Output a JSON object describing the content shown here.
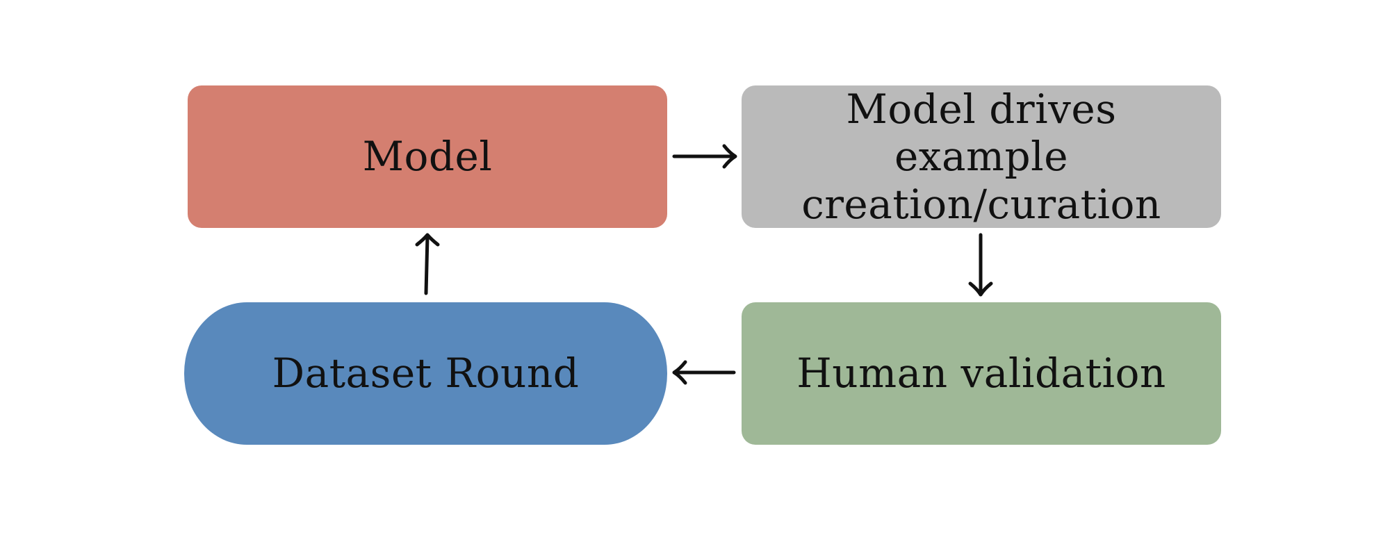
{
  "colors": {
    "model": "#d47f70",
    "curation": "#bababa",
    "validation": "#9fb897",
    "dataset": "#5989bc",
    "arrow": "#111111"
  },
  "nodes": {
    "model": {
      "label": "Model"
    },
    "curation": {
      "line1": "Model drives example",
      "line2": "creation/curation"
    },
    "validation": {
      "label": "Human validation"
    },
    "dataset": {
      "label": "Dataset Round"
    }
  },
  "edges": [
    {
      "from": "model",
      "to": "curation"
    },
    {
      "from": "curation",
      "to": "validation"
    },
    {
      "from": "validation",
      "to": "dataset"
    },
    {
      "from": "dataset",
      "to": "model"
    }
  ]
}
